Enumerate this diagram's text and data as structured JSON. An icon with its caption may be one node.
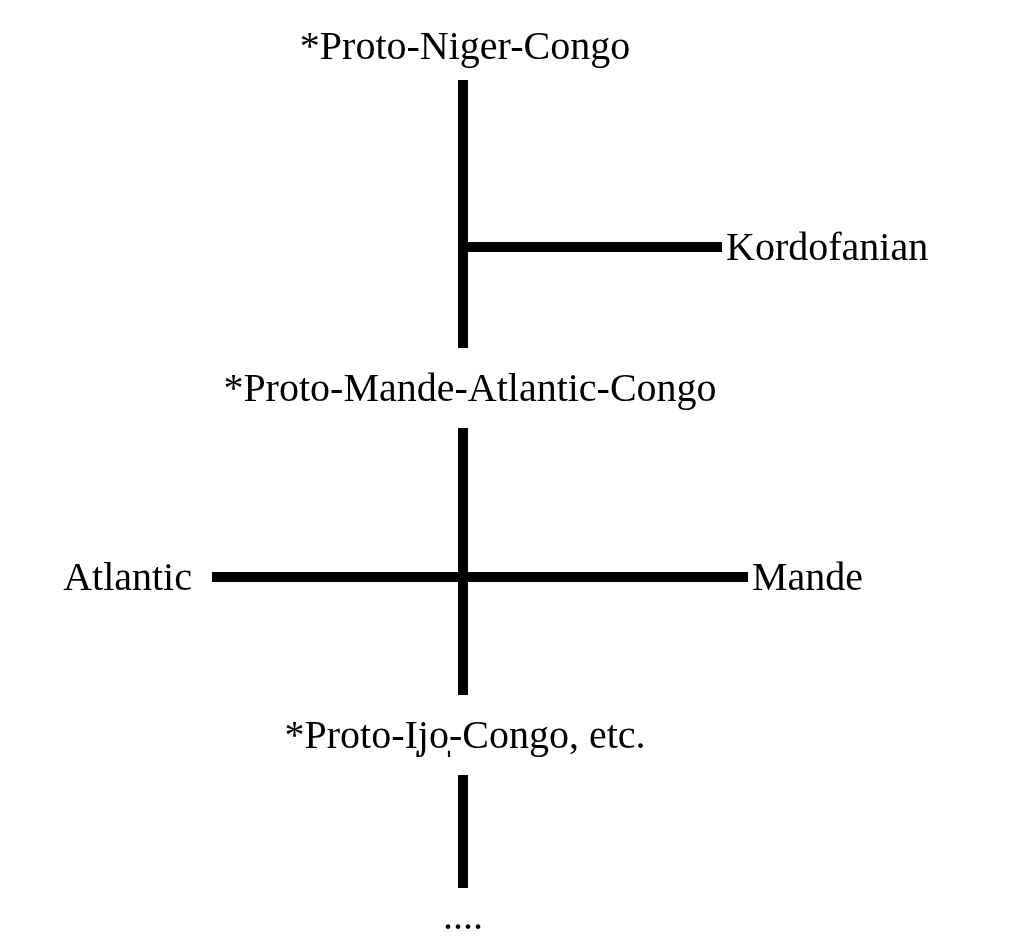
{
  "diagram": {
    "nodes": [
      {
        "text": [
          "*Proto-Niger-Congo"
        ]
      },
      {
        "text": [
          "Kordofanian"
        ]
      },
      {
        "text": [
          "*Proto-Mande-Atlantic-Congo"
        ]
      },
      {
        "text": [
          "Atlantic"
        ]
      },
      {
        "text": [
          "Mande"
        ]
      },
      {
        "text": [
          "*Proto-I̩jo̩-Congo, etc."
        ]
      },
      {
        "text": [
          "...."
        ]
      }
    ],
    "edges": [
      {
        "from": 0,
        "to": 2,
        "arrow": "none"
      },
      {
        "from": 0,
        "to": 1,
        "arrow": "none"
      },
      {
        "from": 2,
        "to": 3,
        "arrow": "none"
      },
      {
        "from": 2,
        "to": 4,
        "arrow": "none"
      },
      {
        "from": 2,
        "to": 5,
        "arrow": "none"
      },
      {
        "from": 5,
        "to": 6,
        "arrow": "none"
      }
    ]
  }
}
